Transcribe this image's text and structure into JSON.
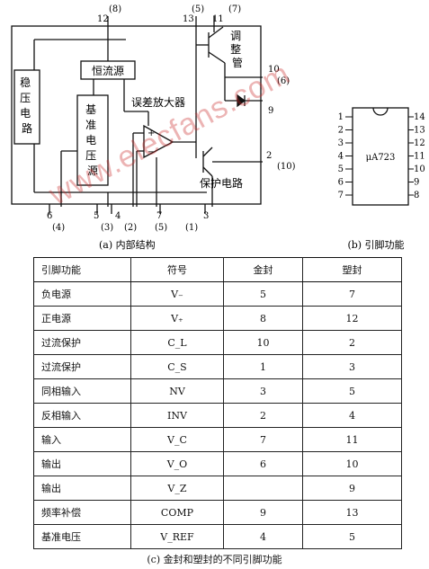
{
  "diagram_a": {
    "caption": "(a) 内部结构",
    "blocks": {
      "regulator": "稳压电路",
      "current_source": "恒流源",
      "reference": "基准电压源",
      "error_amp": "误差放大器",
      "adjust_tube": "调整管",
      "protect": "保护电路"
    },
    "pin_top": [
      "12",
      "(8)",
      "13",
      "(5)",
      "11",
      "(7)"
    ],
    "pin_right": [
      "10",
      "(6)",
      "9",
      "2",
      "(10)"
    ],
    "pin_bottom": [
      "6",
      "(4)",
      "5",
      "(3)",
      "4",
      "(2)",
      "7",
      "(5)",
      "3",
      "(1)"
    ],
    "amp_plus": "+",
    "amp_minus": "−"
  },
  "diagram_b": {
    "caption": "(b) 引脚功能",
    "chip_name": "μA723",
    "left_pins": [
      "1",
      "2",
      "3",
      "4",
      "5",
      "6",
      "7"
    ],
    "right_pins": [
      "14",
      "13",
      "12",
      "11",
      "10",
      "9",
      "8"
    ]
  },
  "table": {
    "headers": [
      "引脚功能",
      "符号",
      "金封",
      "塑封"
    ],
    "rows": [
      [
        "负电源",
        "V₋",
        "5",
        "7"
      ],
      [
        "正电源",
        "V₊",
        "8",
        "12"
      ],
      [
        "过流保护",
        "C_L",
        "10",
        "2"
      ],
      [
        "过流保护",
        "C_S",
        "1",
        "3"
      ],
      [
        "同相输入",
        "NV",
        "3",
        "5"
      ],
      [
        "反相输入",
        "INV",
        "2",
        "4"
      ],
      [
        "输入",
        "V_C",
        "7",
        "11"
      ],
      [
        "输出",
        "V_O",
        "6",
        "10"
      ],
      [
        "输出",
        "V_Z",
        "",
        "9"
      ],
      [
        "频率补偿",
        "COMP",
        "9",
        "13"
      ],
      [
        "基准电压",
        "V_REF",
        "4",
        "5"
      ]
    ],
    "caption": "(c) 金封和塑封的不同引脚功能"
  },
  "watermark": "www.elecfans.com"
}
